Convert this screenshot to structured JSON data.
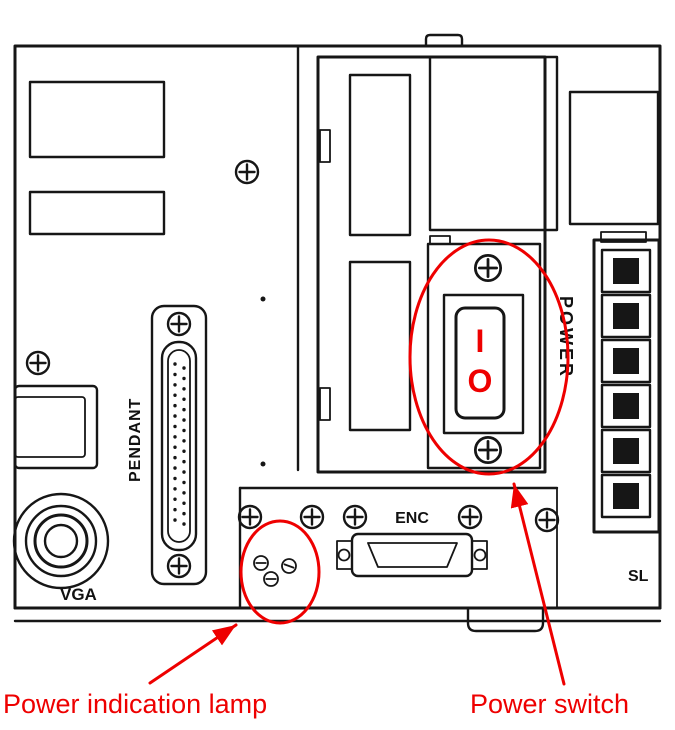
{
  "panel": {
    "power_label": "POWER",
    "pendant_label": "PENDANT",
    "enc_label": "ENC",
    "vga_label": "VGA",
    "sl_label": "SL",
    "switch_on_symbol": "I",
    "switch_off_symbol": "O"
  },
  "annotations": {
    "lamp": "Power indication lamp",
    "switch": "Power switch"
  },
  "colors": {
    "annotation_red": "#ee0000",
    "line_color": "#161616",
    "background": "#ffffff"
  }
}
